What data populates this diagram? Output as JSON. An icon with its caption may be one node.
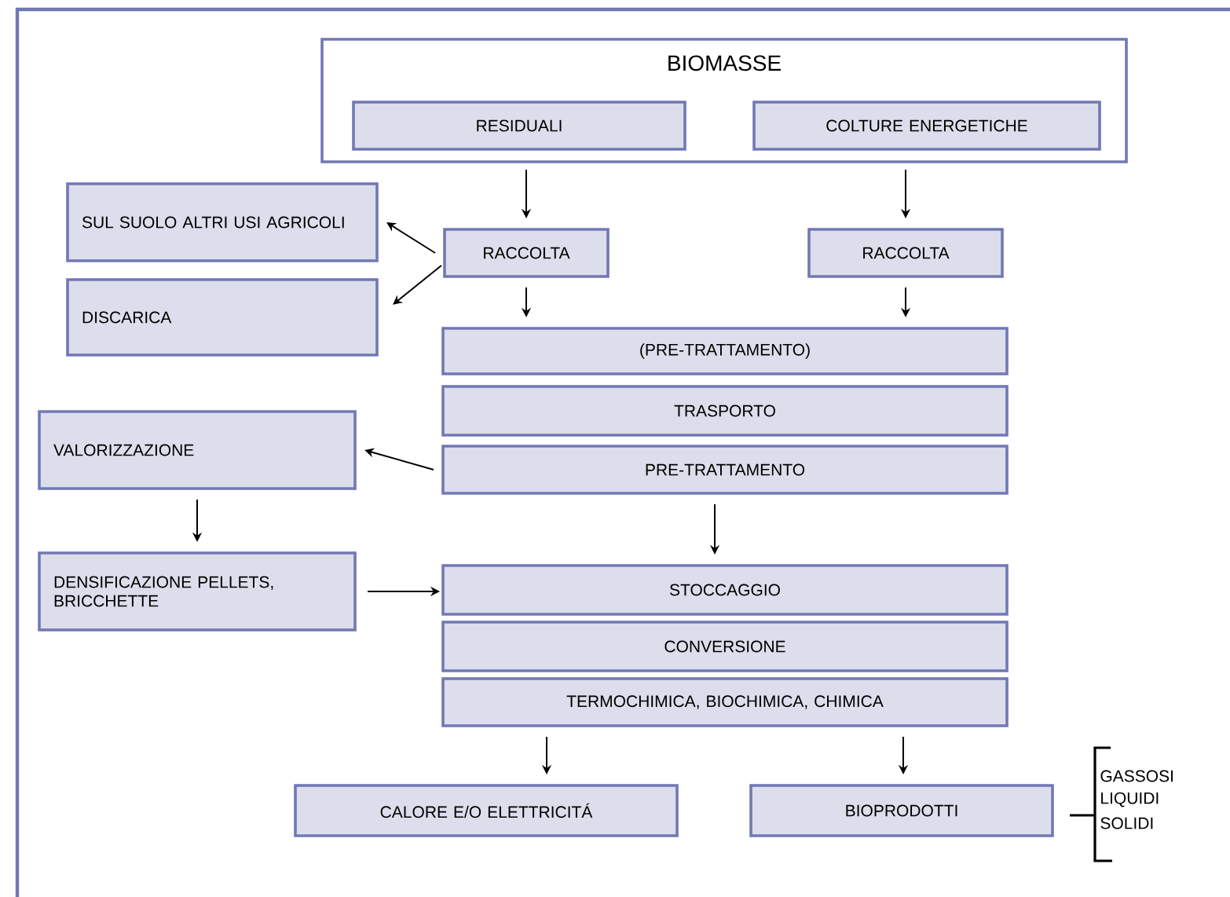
{
  "diagram": {
    "nodes": [
      {
        "text": [
          "BIOMASSE"
        ]
      },
      {
        "text": [
          "RESIDUALI"
        ],
        "in": 0
      },
      {
        "text": [
          "COLTURE ENERGETICHE"
        ],
        "in": 0
      },
      {
        "text": [
          "SUL SUOLO ALTRI USI AGRICOLI"
        ]
      },
      {
        "text": [
          "DISCARICA"
        ]
      },
      {
        "text": [
          "RACCOLTA"
        ]
      },
      {
        "text": [
          "RACCOLTA"
        ]
      },
      {
        "text": [
          "(PRE-TRATTAMENTO)"
        ]
      },
      {
        "text": [
          "TRASPORTO"
        ]
      },
      {
        "text": [
          "PRE-TRATTAMENTO"
        ]
      },
      {
        "text": [
          "VALORIZZAZIONE"
        ]
      },
      {
        "text": [
          "DENSIFICAZIONE PELLETS, BRICCHETTE"
        ]
      },
      {
        "text": [
          "STOCCAGGIO"
        ]
      },
      {
        "text": [
          "CONVERSIONE"
        ]
      },
      {
        "text": [
          "TERMOCHIMICA, BIOCHIMICA, CHIMICA"
        ]
      },
      {
        "text": [
          "CALORE E/O ELETTRICITÁ"
        ]
      },
      {
        "text": [
          "BIOPRODOTTI"
        ]
      }
    ],
    "edges": [
      {
        "from": 1,
        "to": 5,
        "arrow": "to"
      },
      {
        "from": 2,
        "to": 6,
        "arrow": "to"
      },
      {
        "from": 5,
        "to": 3,
        "arrow": "to"
      },
      {
        "from": 5,
        "to": 4,
        "arrow": "to"
      },
      {
        "from": 5,
        "to": 7,
        "arrow": "to"
      },
      {
        "from": 6,
        "to": 7,
        "arrow": "to"
      },
      {
        "from": 9,
        "to": 10,
        "arrow": "to"
      },
      {
        "from": 10,
        "to": 11,
        "arrow": "to"
      },
      {
        "from": 9,
        "to": 12,
        "arrow": "to"
      },
      {
        "from": 11,
        "to": 12,
        "arrow": "to"
      },
      {
        "from": 14,
        "to": 15,
        "arrow": "to"
      },
      {
        "from": 14,
        "to": 16,
        "arrow": "to"
      }
    ],
    "labels": [
      "GASSOSI",
      "LIQUIDI",
      "SOLIDI"
    ]
  }
}
